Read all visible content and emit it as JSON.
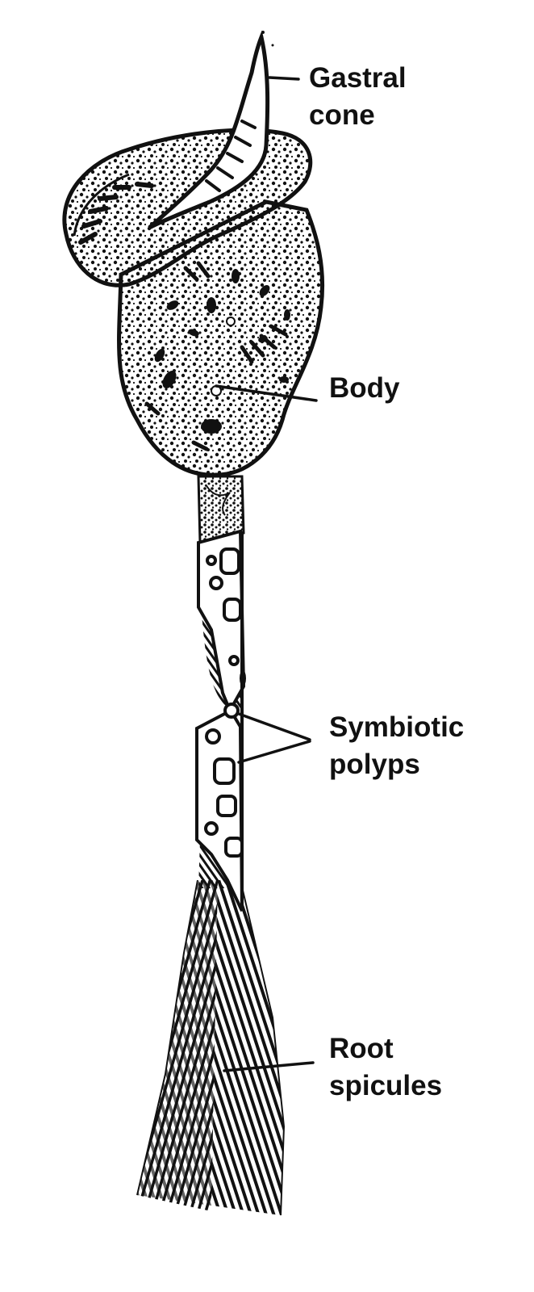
{
  "labels": {
    "gastral_cone": {
      "line1": "Gastral",
      "line2": "cone"
    },
    "body": {
      "line1": "Body"
    },
    "symbiotic_polyps": {
      "line1": "Symbiotic",
      "line2": "polyps"
    },
    "root_spicules": {
      "line1": "Root",
      "line2": "spicules"
    }
  },
  "colors": {
    "ink": "#111111",
    "paper": "#ffffff"
  }
}
